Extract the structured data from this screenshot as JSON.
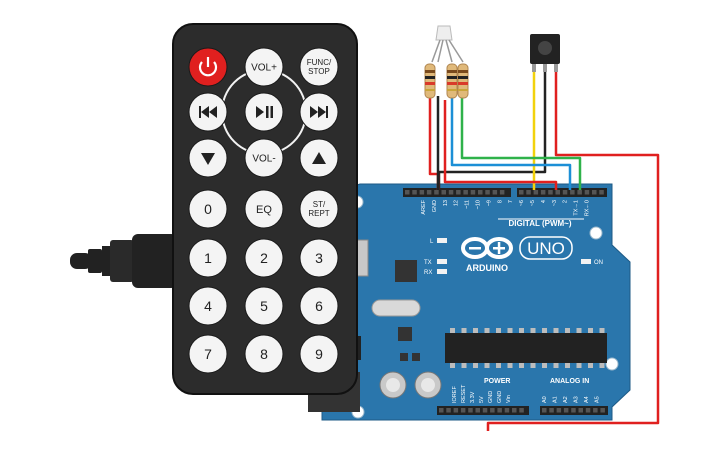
{
  "remote": {
    "power_icon": "power-icon",
    "buttons": {
      "vol_up": "VOL+",
      "func_stop_1": "FUNC/",
      "func_stop_2": "STOP",
      "vol_down": "VOL-",
      "eq": "EQ",
      "st_rept_1": "ST/",
      "st_rept_2": "REPT",
      "n0": "0",
      "n1": "1",
      "n2": "2",
      "n3": "3",
      "n4": "4",
      "n5": "5",
      "n6": "6",
      "n7": "7",
      "n8": "8",
      "n9": "9"
    },
    "icons": [
      "rewind-icon",
      "play-pause-icon",
      "fast-forward-icon",
      "down-arrow-icon",
      "up-arrow-icon"
    ]
  },
  "board": {
    "brand": "ARDUINO",
    "model": "UNO",
    "digital_label": "DIGITAL (PWM~)",
    "power_label": "POWER",
    "analog_label": "ANALOG IN",
    "on_label": "ON",
    "led_l": "L",
    "led_tx": "TX",
    "led_rx": "RX",
    "digital_pins": [
      "AREF",
      "GND",
      "13",
      "12",
      "~11",
      "~10",
      "~9",
      "8",
      "7",
      "~6",
      "~5",
      "4",
      "~3",
      "2",
      "TX→1",
      "RX←0"
    ],
    "power_pins": [
      "IOREF",
      "RESET",
      "3.3V",
      "5V",
      "GND",
      "GND",
      "Vin"
    ],
    "analog_pins": [
      "A0",
      "A1",
      "A2",
      "A3",
      "A4",
      "A5"
    ]
  },
  "wire_colors": {
    "red": "#e0201f",
    "black": "#222222",
    "blue": "#1c8fd6",
    "green": "#2fb24a",
    "yellow": "#f2d20c",
    "board": "#2a76ac"
  }
}
